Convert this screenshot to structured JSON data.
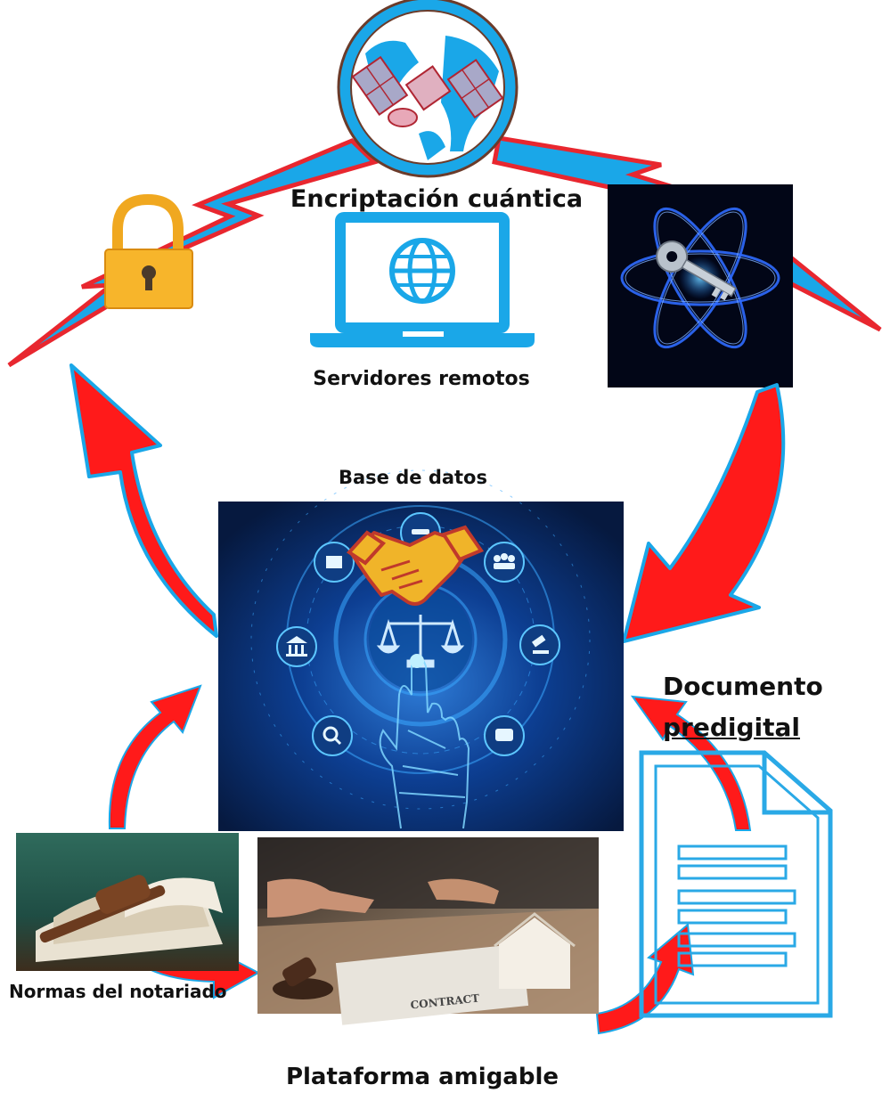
{
  "labels": {
    "quantum_encryption": "Encriptación cuántica",
    "remote_servers": "Servidores remotos",
    "database": "Base de datos",
    "notary_rules": "Normas del notariado",
    "friendly_platform": "Plataforma amigable",
    "document_line1": "Documento",
    "document_line2": "predigital"
  },
  "panel_texts": {
    "contract": "CONTRACT"
  },
  "colors": {
    "lightning": "#1aa7e8",
    "arrow_red": "#ff1a1a",
    "icon_blue": "#2aa9e6",
    "lock_gold": "#f7b52b",
    "dark_bg": "#020617",
    "db_bg": "#0b2c6e"
  },
  "icons": [
    "satellite-globe-icon",
    "padlock-icon",
    "laptop-globe-icon",
    "atom-key-icon",
    "handshake-icon",
    "scales-icon",
    "document-icon"
  ]
}
